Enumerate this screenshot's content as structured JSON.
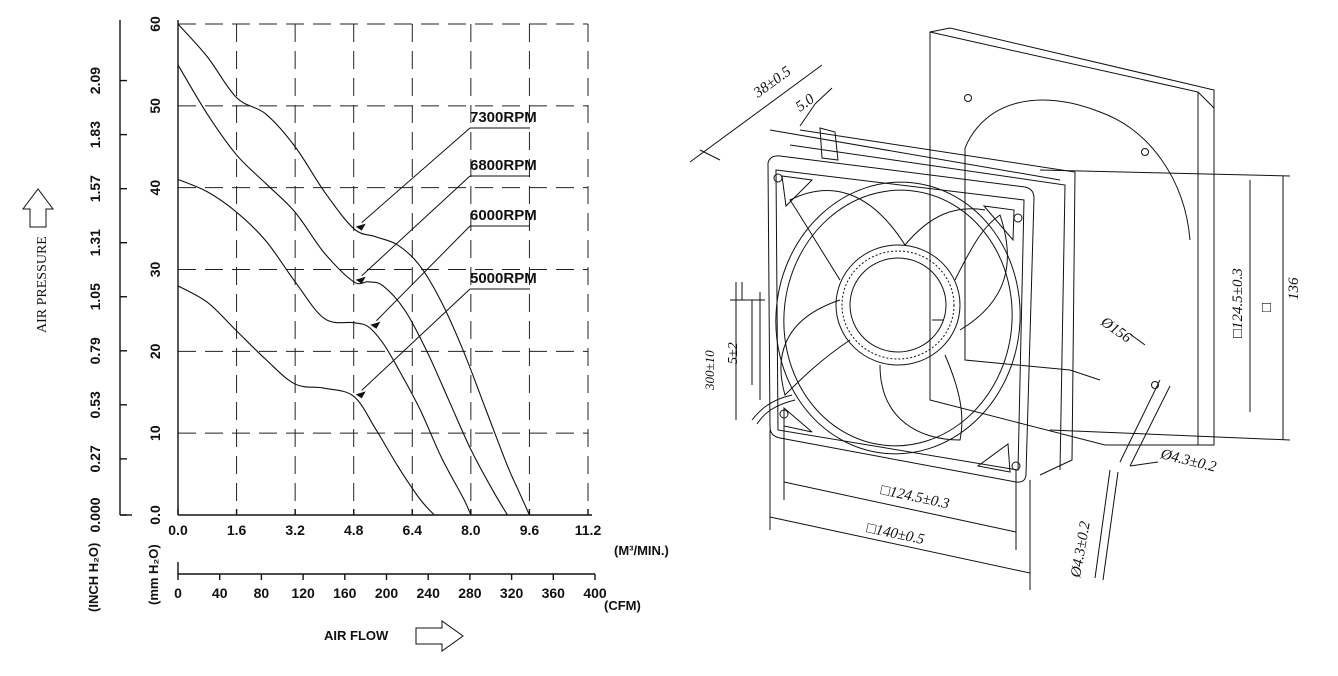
{
  "chart_data": {
    "type": "line",
    "xlabel": "AIR FLOW",
    "ylabel": "AIR PRESSURE",
    "x_unit_primary": "(M³/MIN.)",
    "x_unit_secondary": "(CFM)",
    "y_unit_primary": "(mm H₂O)",
    "y_unit_secondary": "(INCH H₂O)",
    "xlim": [
      0,
      11.2
    ],
    "ylim": [
      0,
      60
    ],
    "x_ticks": [
      "0.0",
      "1.6",
      "3.2",
      "4.8",
      "6.4",
      "8.0",
      "9.6",
      "11.2"
    ],
    "cfm_ticks": [
      "0",
      "40",
      "80",
      "120",
      "160",
      "200",
      "240",
      "280",
      "320",
      "360",
      "400"
    ],
    "y_ticks": [
      "0.0",
      "10",
      "20",
      "30",
      "40",
      "50",
      "60"
    ],
    "inch_ticks": [
      "0.000",
      "0.27",
      "0.53",
      "0.79",
      "1.05",
      "1.31",
      "1.57",
      "1.83",
      "2.09"
    ],
    "grid": true,
    "series": [
      {
        "name": "7300RPM",
        "x": [
          0,
          0.8,
          1.6,
          2.4,
          3.2,
          4.0,
          4.8,
          5.4,
          6.0,
          6.6,
          7.2,
          7.8,
          8.4,
          9.0,
          9.3,
          9.6
        ],
        "y": [
          60,
          56,
          51,
          49,
          45,
          39.5,
          35,
          34,
          33,
          30.5,
          26,
          20,
          13,
          6,
          3,
          0
        ]
      },
      {
        "name": "6800RPM",
        "x": [
          0,
          0.8,
          1.6,
          2.4,
          3.2,
          4.0,
          4.8,
          5.2,
          5.6,
          6.2,
          6.8,
          7.4,
          8.0,
          8.6,
          9.0
        ],
        "y": [
          55,
          49,
          44,
          40.5,
          37,
          32,
          28.5,
          28.5,
          28,
          25,
          20,
          14,
          8,
          3,
          0
        ]
      },
      {
        "name": "6000RPM",
        "x": [
          0,
          0.8,
          1.6,
          2.4,
          3.2,
          4.0,
          4.8,
          5.2,
          5.6,
          6.0,
          6.6,
          7.2,
          7.8,
          8.0
        ],
        "y": [
          41,
          39.5,
          37,
          33.5,
          28.5,
          24,
          23.5,
          23,
          21,
          18,
          13,
          7,
          2,
          0
        ]
      },
      {
        "name": "5000RPM",
        "x": [
          0,
          0.8,
          1.6,
          2.4,
          3.2,
          4.0,
          4.8,
          5.4,
          6.0,
          6.6,
          7.0
        ],
        "y": [
          28,
          26,
          22.5,
          19,
          16,
          15.5,
          14.5,
          10.5,
          6,
          2,
          0
        ]
      }
    ]
  },
  "drawing": {
    "dims": {
      "depth": "38±0.5",
      "flange": "5.0",
      "hole_pitch_h": "□124.5±0.3",
      "frame_h": "□140±0.5",
      "hole_pitch_v": "□124.5±0.3",
      "cutout_square": "□",
      "cutout": "136",
      "hole_dia": "Ø156",
      "mount_hole": "Ø4.3±0.2",
      "mount_hole_2": "Ø4.3±0.2",
      "lead_length": "300±10",
      "strip": "5±2"
    }
  }
}
